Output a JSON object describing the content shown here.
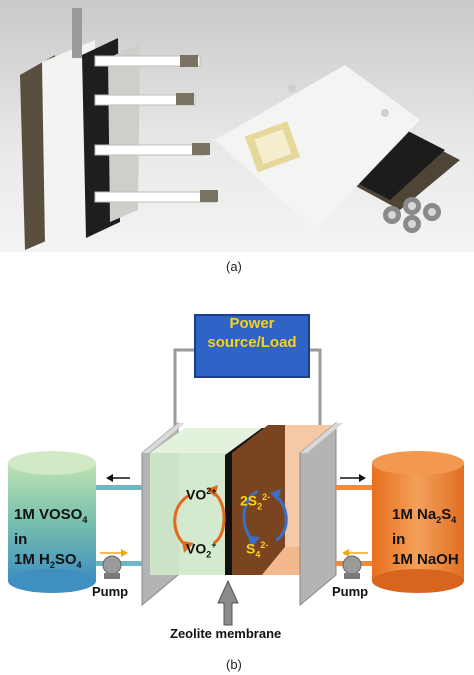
{
  "caption_a": "(a)",
  "caption_b": "(b)",
  "power": {
    "line1": "Power",
    "line2": "source/Load"
  },
  "left_tank": {
    "line1": "1M VOSO",
    "line1_sub": "4",
    "line2": "in",
    "line3": "1M H",
    "line3_sub1": "2",
    "line3_mid": "SO",
    "line3_sub2": "4"
  },
  "right_tank": {
    "line1": "1M Na",
    "line1_sub1": "2",
    "line1_mid": "S",
    "line1_sub2": "4",
    "line2": "in",
    "line3": "1M NaOH"
  },
  "pump_left": "Pump",
  "pump_right": "Pump",
  "ions": {
    "vo2p": "VO",
    "vo2p_sup": "2+",
    "vo2plus": "VO",
    "vo2plus_sub": "2",
    "vo2plus_sup": "+",
    "s2": "2S",
    "s2_sub": "2",
    "s2_sup": "2-",
    "s4": "S",
    "s4_sub": "4",
    "s4_sup": "2-"
  },
  "membrane_label": "Zeolite membrane",
  "colors": {
    "power_box": "#2f63c6",
    "power_text": "#f7d21a",
    "left_tank": "#5aa7b4",
    "right_tank": "#ec7b2b",
    "membrane": "#7a4420"
  }
}
